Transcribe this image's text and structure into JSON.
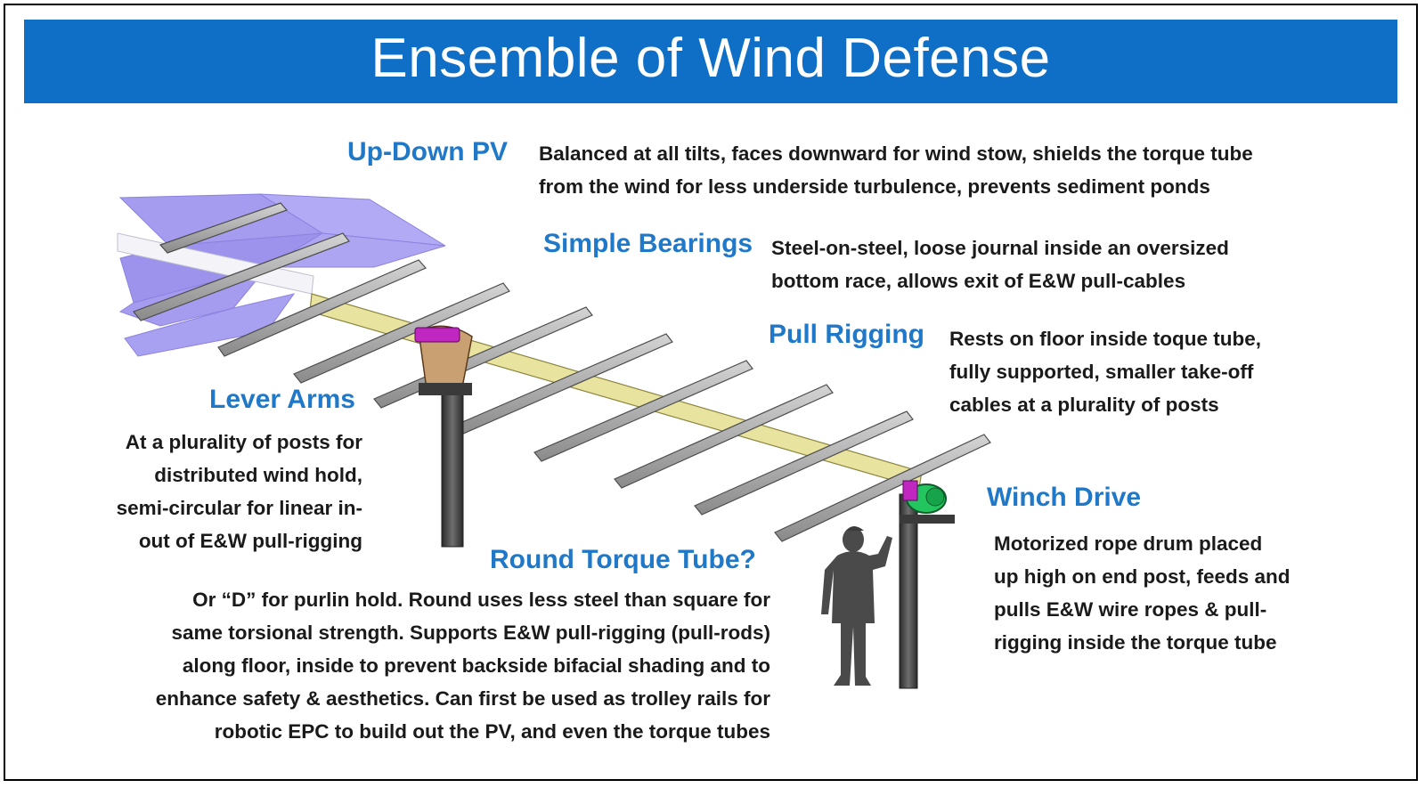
{
  "title": "Ensemble of Wind Defense",
  "colors": {
    "banner": "#0f6fc6",
    "heading": "#1f78c8",
    "body_text": "#1a1a1a",
    "torque_tube": "#e8e4a0",
    "panel": "#a59cf0",
    "bearing": "#c026c0",
    "winch": "#22c55e"
  },
  "icons": {
    "worker": "worker-silhouette-icon",
    "winch": "winch-drive-icon",
    "bearing": "bearing-icon"
  },
  "callouts": {
    "updown_pv": {
      "heading": "Up-Down PV",
      "lines": [
        "Balanced at all tilts, faces downward for wind stow, shields the torque tube",
        "from the wind for less underside turbulence, prevents sediment ponds"
      ]
    },
    "simple_bearings": {
      "heading": "Simple Bearings",
      "lines": [
        "Steel-on-steel, loose journal inside an oversized",
        "bottom race, allows exit of E&W pull-cables"
      ]
    },
    "pull_rigging": {
      "heading": "Pull Rigging",
      "lines": [
        "Rests on floor inside toque tube,",
        "fully supported, smaller take-off",
        "cables at a plurality of posts"
      ]
    },
    "lever_arms": {
      "heading": "Lever Arms",
      "lines": [
        "At a plurality of posts for",
        "distributed wind hold,",
        "semi-circular for linear in-",
        "out of E&W pull-rigging"
      ]
    },
    "winch_drive": {
      "heading": "Winch Drive",
      "lines": [
        "Motorized rope drum placed",
        "up high on end post, feeds and",
        "pulls E&W wire ropes &  pull-",
        "rigging inside the torque tube"
      ]
    },
    "round_torque_tube": {
      "heading": "Round Torque Tube?",
      "lines": [
        "Or “D” for purlin hold.  Round uses less steel than square for",
        "same torsional strength.  Supports E&W pull-rigging (pull-rods)",
        "along floor, inside to prevent backside bifacial shading and to",
        "enhance safety & aesthetics.   Can first be used as trolley rails for",
        "robotic EPC to build out the PV, and even the torque tubes"
      ]
    }
  }
}
